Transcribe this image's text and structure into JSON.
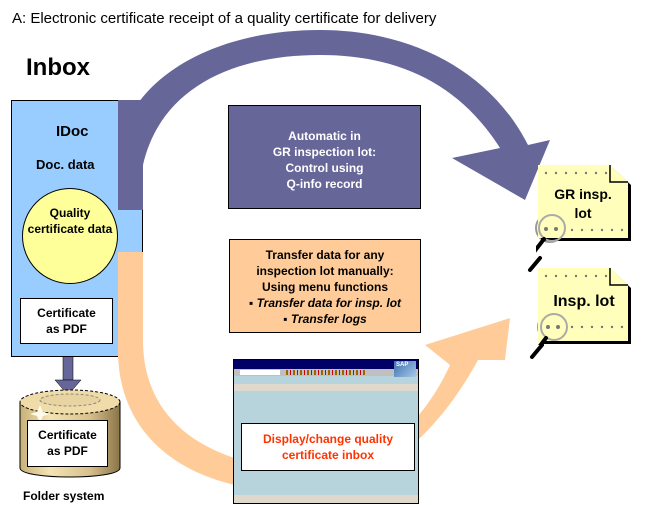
{
  "title": "A: Electronic certificate receipt of a quality certificate for delivery",
  "inbox": {
    "heading": "Inbox",
    "idoc_label": "IDoc",
    "doc_data_label": "Doc. data",
    "quality_data_lines": [
      "Quality",
      "certificate data"
    ],
    "pdf_lines": [
      "Certificate",
      "as PDF"
    ]
  },
  "folder_system": {
    "pdf_lines": [
      "Certificate",
      "as PDF"
    ],
    "label": "Folder system"
  },
  "automatic_box": {
    "lines": [
      "Automatic in",
      "GR inspection lot:",
      "Control using",
      "Q-info record"
    ]
  },
  "manual_box": {
    "lines": [
      "Transfer data for any",
      "inspection lot manually:",
      "Using menu functions"
    ],
    "bullets": [
      "Transfer data for insp. lot",
      "Transfer logs"
    ]
  },
  "sap_window": {
    "logo": "SAP",
    "label_lines": [
      "Display/change quality",
      "certificate inbox"
    ]
  },
  "gr_inspection_lot": {
    "lines": [
      "GR insp.",
      "lot"
    ]
  },
  "inspection_lot": {
    "label": "Insp. lot"
  },
  "colors": {
    "automatic_arrow": "#666699",
    "manual_arrow": "#ffcc99",
    "idoc_box": "#99ccff",
    "quality_circle": "#ffff99",
    "note": "#ffffbb",
    "sap_label_text": "#ff3300"
  }
}
